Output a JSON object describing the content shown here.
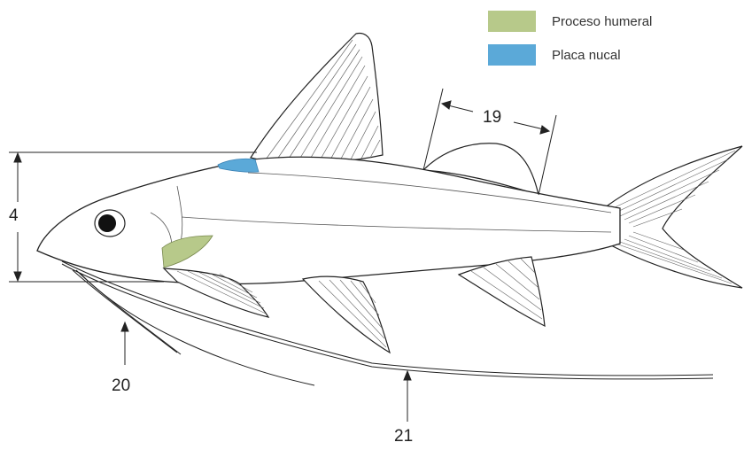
{
  "legend": {
    "items": [
      {
        "label": "Proceso humeral",
        "color": "#b7c98a"
      },
      {
        "label": "Placa nucal",
        "color": "#5ba9d8"
      }
    ]
  },
  "measurements": {
    "m4": "4",
    "m19": "19",
    "m20": "20",
    "m21": "21"
  },
  "colors": {
    "line": "#222222",
    "fin_ray": "#555555",
    "humeral_process": "#b7c98a",
    "nuchal_plate": "#5ba9d8"
  }
}
